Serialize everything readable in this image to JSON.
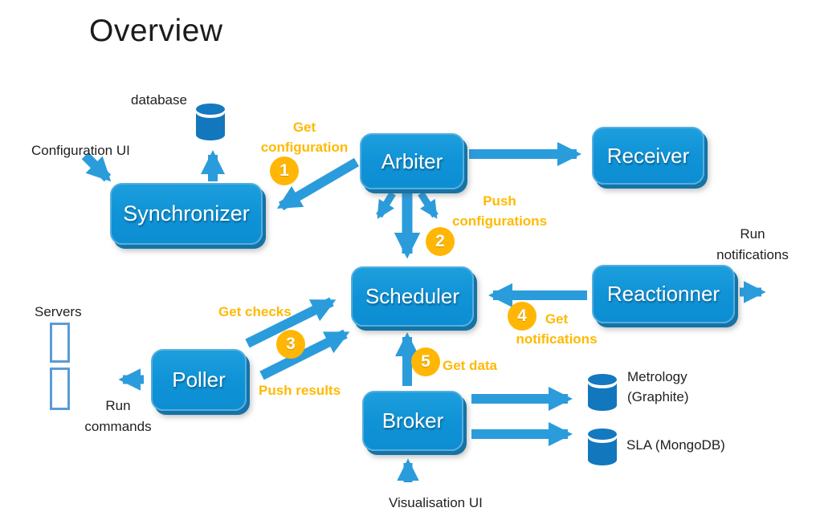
{
  "title": "Overview",
  "colors": {
    "box_fill": "#1194d9",
    "box_border": "#55aee0",
    "box_shadow": "#1573a5",
    "arrow_blue": "#2b9cdb",
    "cylinder_blue": "#1277bd",
    "step_orange": "#ffb900",
    "server_outline": "#5b9bd5",
    "label_black": "#1f1f1f",
    "box_text": "#ffffff"
  },
  "boxes": {
    "synchronizer": "Synchronizer",
    "arbiter": "Arbiter",
    "receiver": "Receiver",
    "scheduler": "Scheduler",
    "reactionner": "Reactionner",
    "poller": "Poller",
    "broker": "Broker"
  },
  "flows": {
    "get_configuration": {
      "num": "1",
      "text": "Get configuration"
    },
    "push_configurations": {
      "num": "2",
      "text": "Push configurations"
    },
    "get_checks": {
      "num": "3",
      "text": "Get checks"
    },
    "push_results": {
      "text": "Push results"
    },
    "get_notifications": {
      "num": "4",
      "text": "Get notifications"
    },
    "get_data": {
      "num": "5",
      "text": "Get data"
    }
  },
  "labels": {
    "database": "database",
    "configuration_ui": "Configuration UI",
    "run_notifications": "Run notifications",
    "servers": "Servers",
    "run_commands": "Run commands",
    "metrology": "Metrology (Graphite)",
    "sla": "SLA (MongoDB)",
    "visualisation_ui": "Visualisation UI"
  }
}
